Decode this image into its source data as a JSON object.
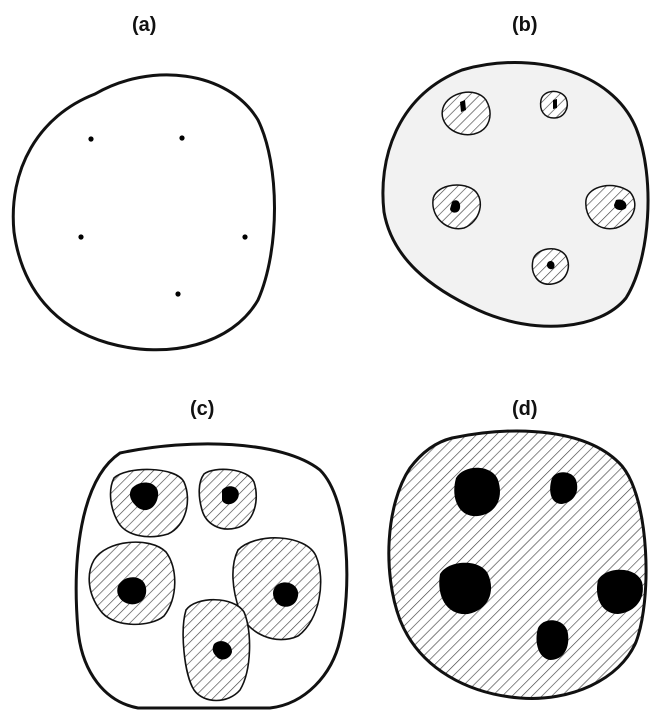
{
  "panels": [
    {
      "label": "(a)"
    },
    {
      "label": "(b)"
    },
    {
      "label": "(c)"
    },
    {
      "label": "(d)"
    }
  ],
  "colors": {
    "outline": "#111111",
    "fill_light": "#f1f1f1",
    "hatch": "#444444",
    "core": "#000000",
    "background": "#ffffff"
  }
}
